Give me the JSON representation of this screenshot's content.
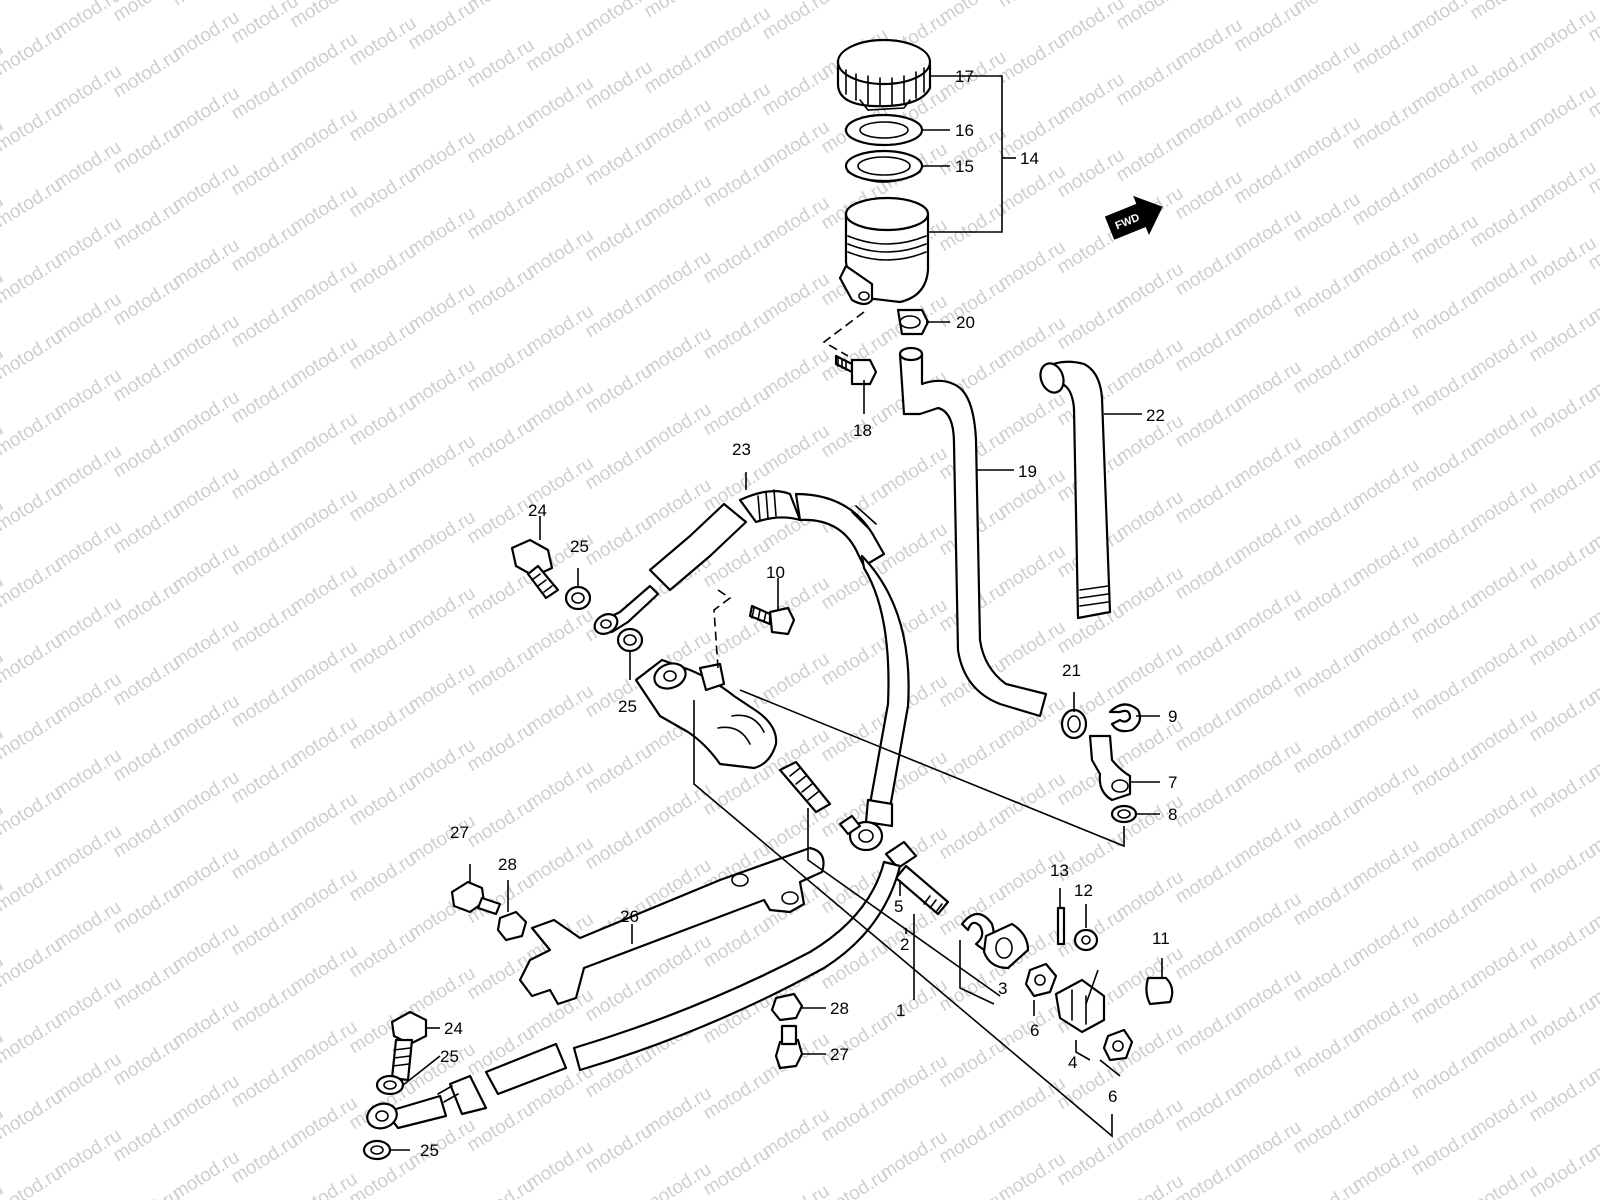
{
  "watermark": {
    "text": "motod.ru",
    "color": "#cfcfcf"
  },
  "direction_indicator": {
    "label": "FWD"
  },
  "callouts": [
    {
      "id": "c17",
      "number": "17"
    },
    {
      "id": "c16",
      "number": "16"
    },
    {
      "id": "c15",
      "number": "15"
    },
    {
      "id": "c14",
      "number": "14"
    },
    {
      "id": "c20",
      "number": "20"
    },
    {
      "id": "c18",
      "number": "18"
    },
    {
      "id": "c22",
      "number": "22"
    },
    {
      "id": "c19",
      "number": "19"
    },
    {
      "id": "c23",
      "number": "23"
    },
    {
      "id": "c24a",
      "number": "24"
    },
    {
      "id": "c25a",
      "number": "25"
    },
    {
      "id": "c10",
      "number": "10"
    },
    {
      "id": "c25b",
      "number": "25"
    },
    {
      "id": "c21",
      "number": "21"
    },
    {
      "id": "c9",
      "number": "9"
    },
    {
      "id": "c7",
      "number": "7"
    },
    {
      "id": "c8",
      "number": "8"
    },
    {
      "id": "c27a",
      "number": "27"
    },
    {
      "id": "c28a",
      "number": "28"
    },
    {
      "id": "c13",
      "number": "13"
    },
    {
      "id": "c12",
      "number": "12"
    },
    {
      "id": "c5",
      "number": "5"
    },
    {
      "id": "c26",
      "number": "26"
    },
    {
      "id": "c2",
      "number": "2"
    },
    {
      "id": "c11",
      "number": "11"
    },
    {
      "id": "c3",
      "number": "3"
    },
    {
      "id": "c1",
      "number": "1"
    },
    {
      "id": "c6a",
      "number": "6"
    },
    {
      "id": "c4",
      "number": "4"
    },
    {
      "id": "c24b",
      "number": "24"
    },
    {
      "id": "c28b",
      "number": "28"
    },
    {
      "id": "c25c",
      "number": "25"
    },
    {
      "id": "c27b",
      "number": "27"
    },
    {
      "id": "c6b",
      "number": "6"
    },
    {
      "id": "c25d",
      "number": "25"
    }
  ]
}
